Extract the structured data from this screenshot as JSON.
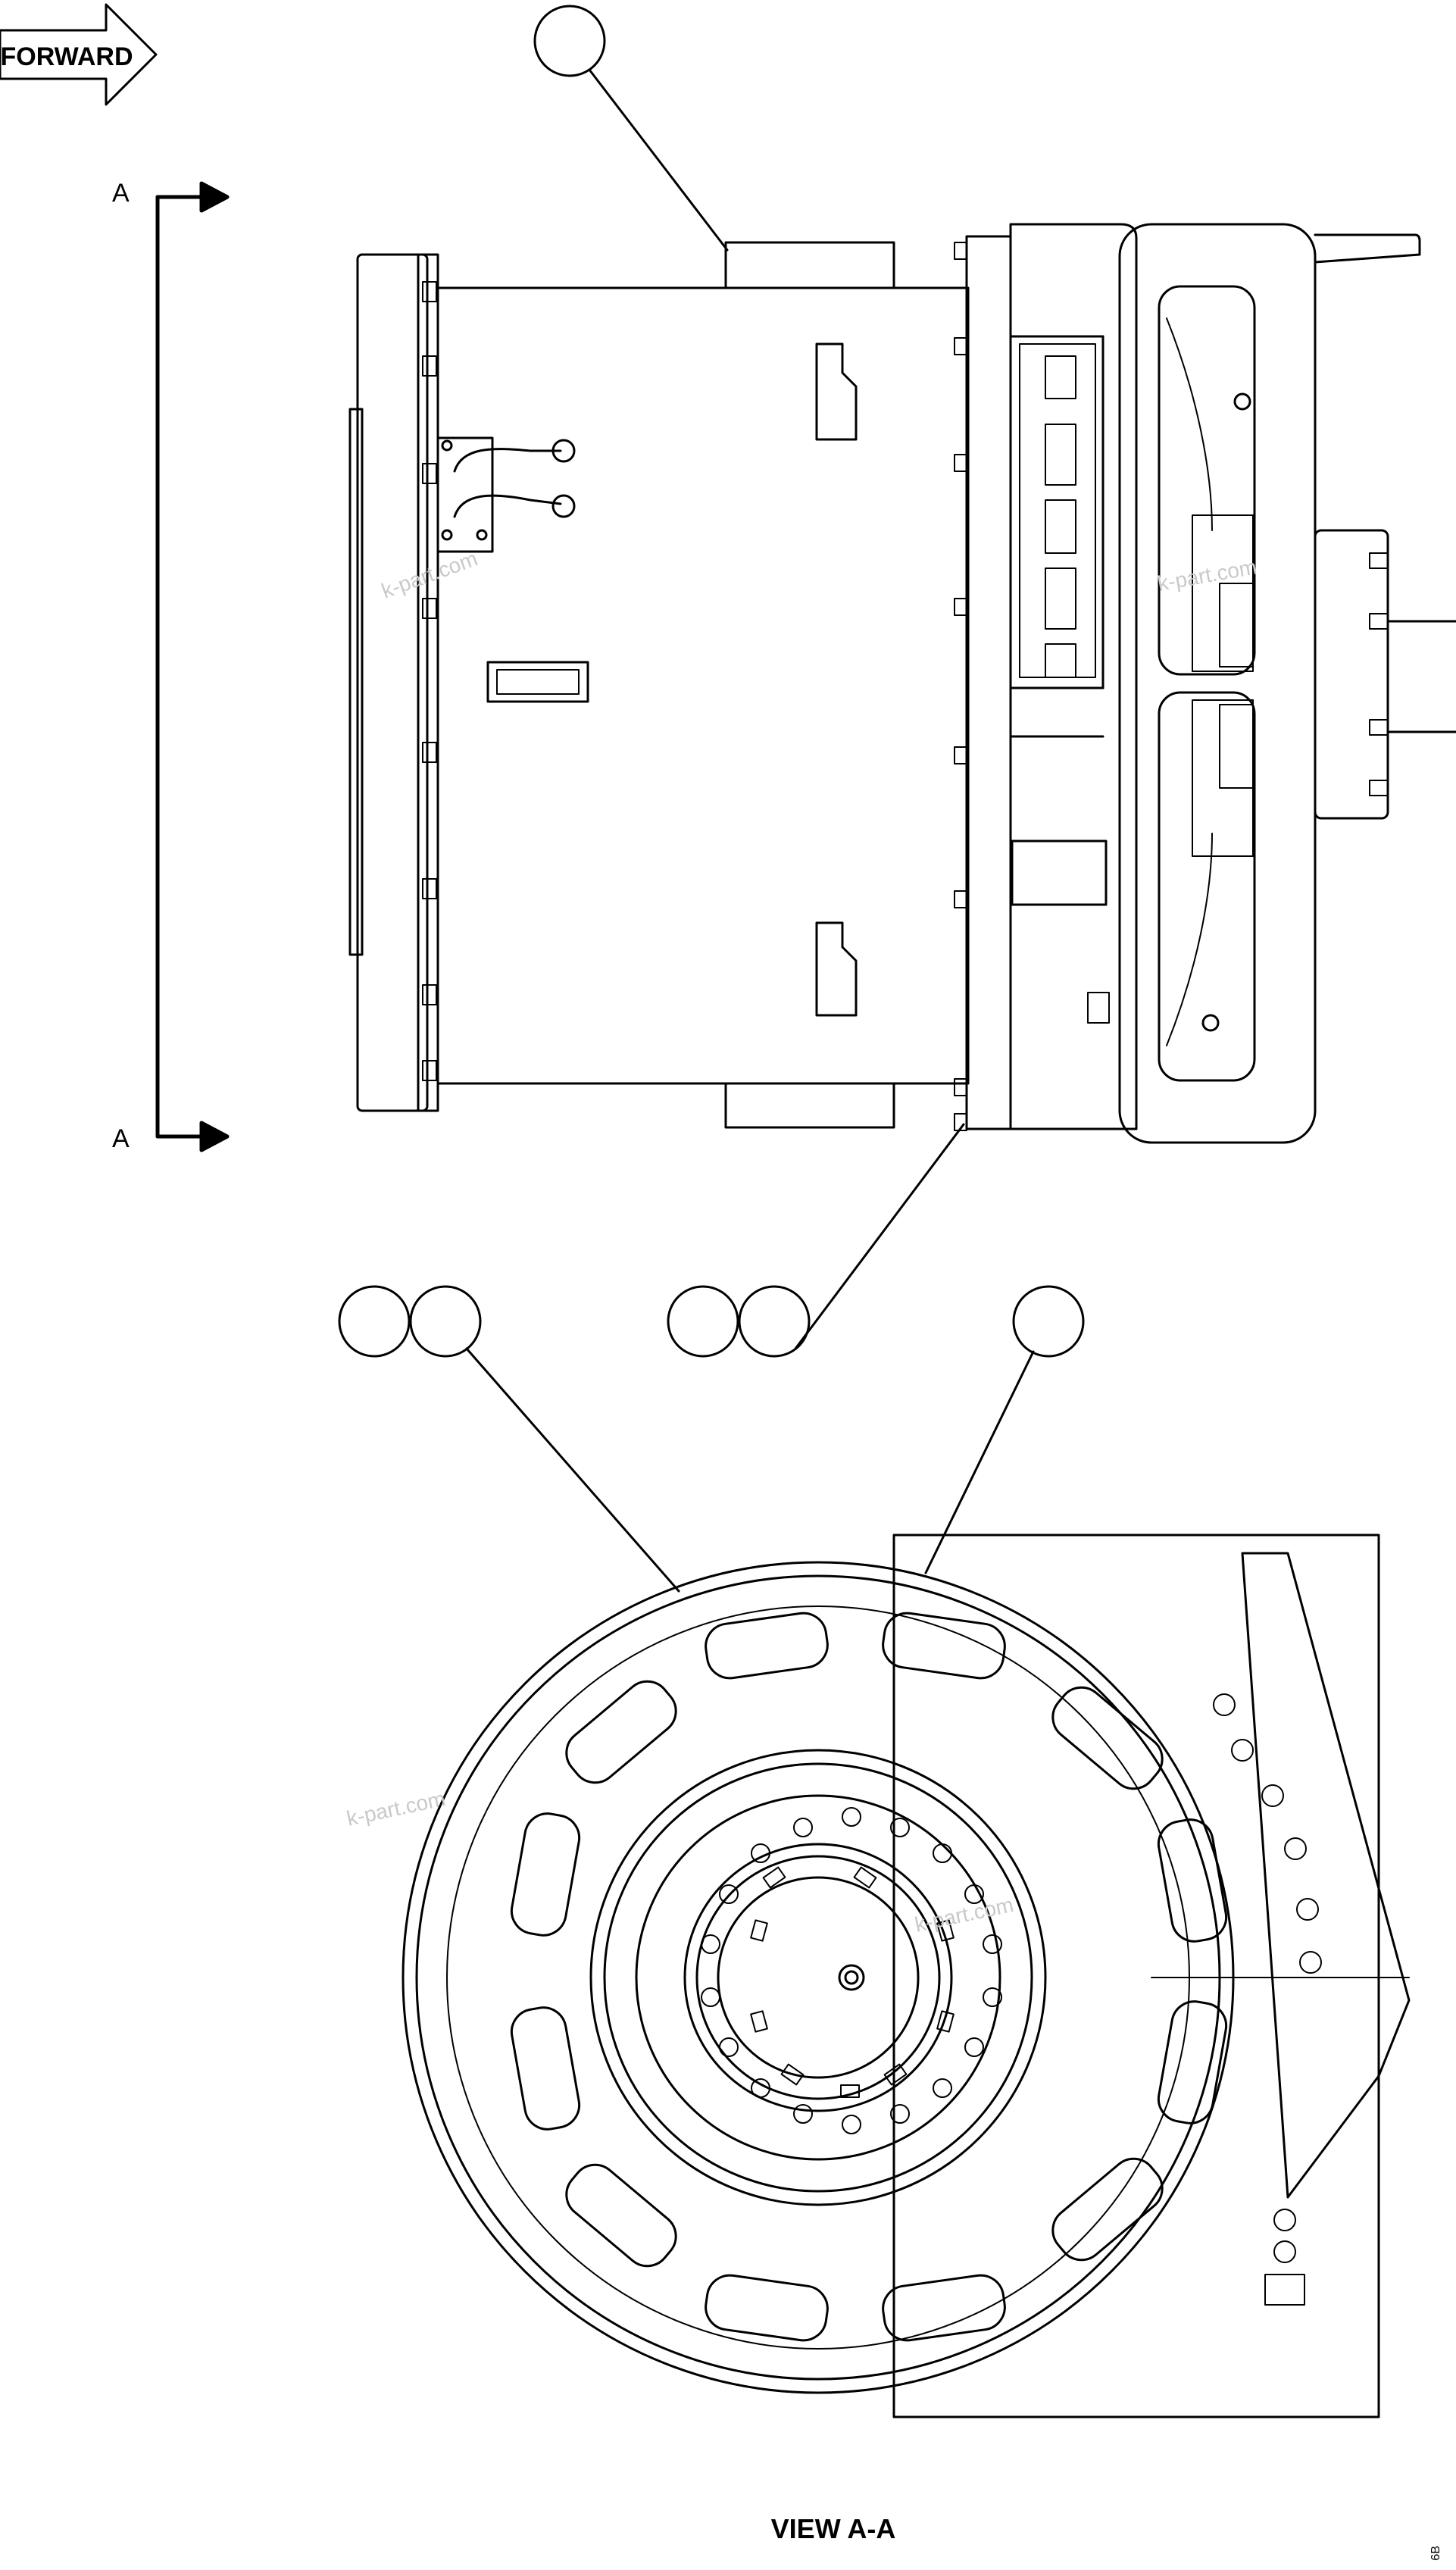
{
  "forward_label": "FORWARD",
  "section_marks": {
    "top": "A",
    "bottom": "A"
  },
  "view_caption": "VIEW A-A",
  "watermarks": [
    "k-part.com",
    "k-part.com",
    "k-part.com",
    "k-part.com"
  ],
  "sheet_code": "6B",
  "callouts": [
    {
      "id": "c1",
      "text": ""
    },
    {
      "id": "c2",
      "text": ""
    },
    {
      "id": "c3",
      "text": ""
    },
    {
      "id": "c4",
      "text": ""
    },
    {
      "id": "c5",
      "text": ""
    },
    {
      "id": "c6",
      "text": ""
    }
  ],
  "colors": {
    "ink": "#000000",
    "paper": "#ffffff",
    "watermark": "#c9c9c9"
  }
}
